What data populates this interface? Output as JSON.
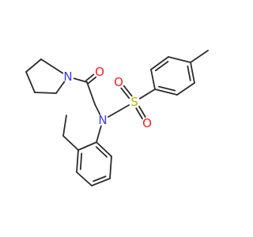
{
  "molecule": {
    "atoms": {
      "N_pyrrolidine": "N",
      "O_carbonyl": "O",
      "N_sulfonamide": "N",
      "S_sulfonyl": "S",
      "O_sulfonyl_top": "O",
      "O_sulfonyl_bottom": "O"
    }
  },
  "colors": {
    "bond": "#2b2b2b",
    "nitrogen": "#3a3af0",
    "oxygen": "#ff1a1a",
    "sulfur": "#b8b800"
  }
}
